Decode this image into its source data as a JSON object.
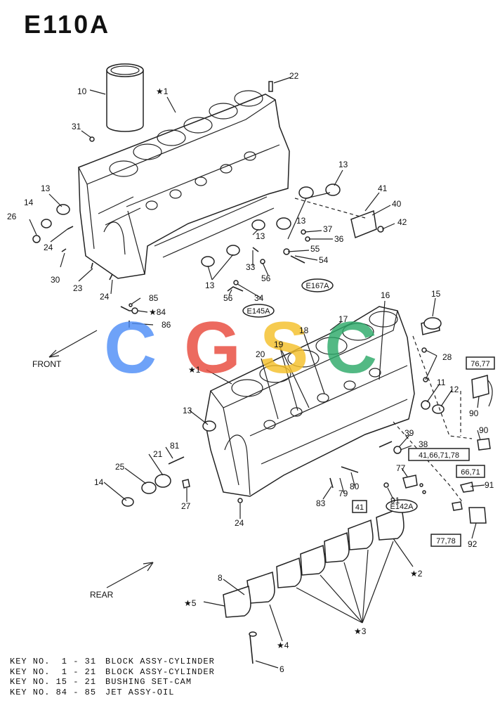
{
  "title": "E110A",
  "watermark": {
    "letters": [
      "C",
      "G",
      "S",
      "C"
    ],
    "colors": [
      "#4f8ef7",
      "#e84a3c",
      "#f5c02a",
      "#2eaa6a"
    ]
  },
  "directions": {
    "front": "FRONT",
    "rear": "REAR"
  },
  "callouts": [
    {
      "id": "c10",
      "text": "10"
    },
    {
      "id": "c1a",
      "text": "★1"
    },
    {
      "id": "c22",
      "text": "22"
    },
    {
      "id": "c31",
      "text": "31"
    },
    {
      "id": "c13a",
      "text": "13"
    },
    {
      "id": "c13b",
      "text": "13"
    },
    {
      "id": "c14a",
      "text": "14"
    },
    {
      "id": "c26",
      "text": "26"
    },
    {
      "id": "c24a",
      "text": "24"
    },
    {
      "id": "c30",
      "text": "30"
    },
    {
      "id": "c23",
      "text": "23"
    },
    {
      "id": "c24b",
      "text": "24"
    },
    {
      "id": "c13c",
      "text": "13"
    },
    {
      "id": "c13d",
      "text": "13"
    },
    {
      "id": "c13e",
      "text": "13"
    },
    {
      "id": "c41a",
      "text": "41"
    },
    {
      "id": "c40",
      "text": "40"
    },
    {
      "id": "c42",
      "text": "42"
    },
    {
      "id": "c37",
      "text": "37"
    },
    {
      "id": "c36",
      "text": "36"
    },
    {
      "id": "c55",
      "text": "55"
    },
    {
      "id": "c54",
      "text": "54"
    },
    {
      "id": "c33",
      "text": "33"
    },
    {
      "id": "c56a",
      "text": "56"
    },
    {
      "id": "c34",
      "text": "34"
    },
    {
      "id": "c56b",
      "text": "56"
    },
    {
      "id": "c85",
      "text": "85"
    },
    {
      "id": "c84",
      "text": "★84"
    },
    {
      "id": "c86",
      "text": "86"
    },
    {
      "id": "c15",
      "text": "15"
    },
    {
      "id": "c16",
      "text": "16"
    },
    {
      "id": "c17",
      "text": "17"
    },
    {
      "id": "c18",
      "text": "18"
    },
    {
      "id": "c19",
      "text": "19"
    },
    {
      "id": "c20",
      "text": "20"
    },
    {
      "id": "c1b",
      "text": "★1"
    },
    {
      "id": "c28",
      "text": "28"
    },
    {
      "id": "c11",
      "text": "11"
    },
    {
      "id": "c12",
      "text": "12"
    },
    {
      "id": "c13f",
      "text": "13"
    },
    {
      "id": "c90a",
      "text": "90"
    },
    {
      "id": "c90b",
      "text": "90"
    },
    {
      "id": "c81",
      "text": "81"
    },
    {
      "id": "c21",
      "text": "21"
    },
    {
      "id": "c25",
      "text": "25"
    },
    {
      "id": "c14b",
      "text": "14"
    },
    {
      "id": "c27",
      "text": "27"
    },
    {
      "id": "c24c",
      "text": "24"
    },
    {
      "id": "c39",
      "text": "39"
    },
    {
      "id": "c38",
      "text": "38"
    },
    {
      "id": "c77",
      "text": "77"
    },
    {
      "id": "c80",
      "text": "80"
    },
    {
      "id": "c79",
      "text": "79"
    },
    {
      "id": "c83",
      "text": "83"
    },
    {
      "id": "c91a",
      "text": "91"
    },
    {
      "id": "c91b",
      "text": "91"
    },
    {
      "id": "c92",
      "text": "92"
    },
    {
      "id": "c2",
      "text": "★2"
    },
    {
      "id": "c3",
      "text": "★3"
    },
    {
      "id": "c8",
      "text": "8"
    },
    {
      "id": "c5",
      "text": "★5"
    },
    {
      "id": "c4",
      "text": "★4"
    },
    {
      "id": "c6",
      "text": "6"
    }
  ],
  "reference_tags": [
    {
      "id": "t167",
      "text": "E167A",
      "style": "oval"
    },
    {
      "id": "t145",
      "text": "E145A",
      "style": "oval"
    },
    {
      "id": "t142",
      "text": "E142A",
      "style": "oval"
    },
    {
      "id": "t7677",
      "text": "76,77",
      "style": "box"
    },
    {
      "id": "t41667178",
      "text": "41,66,71,78",
      "style": "box"
    },
    {
      "id": "t6671",
      "text": "66,71",
      "style": "box"
    },
    {
      "id": "t41",
      "text": "41",
      "style": "box"
    },
    {
      "id": "t7778",
      "text": "77,78",
      "style": "box"
    }
  ],
  "legend": [
    {
      "key": "KEY NO.  1 - 31",
      "desc": "BLOCK ASSY-CYLINDER"
    },
    {
      "key": "KEY NO.  1 - 21",
      "desc": "BLOCK ASSY-CYLINDER"
    },
    {
      "key": "KEY NO. 15 - 21",
      "desc": "BUSHING SET-CAM"
    },
    {
      "key": "KEY NO. 84 - 85",
      "desc": "JET ASSY-OIL"
    }
  ]
}
